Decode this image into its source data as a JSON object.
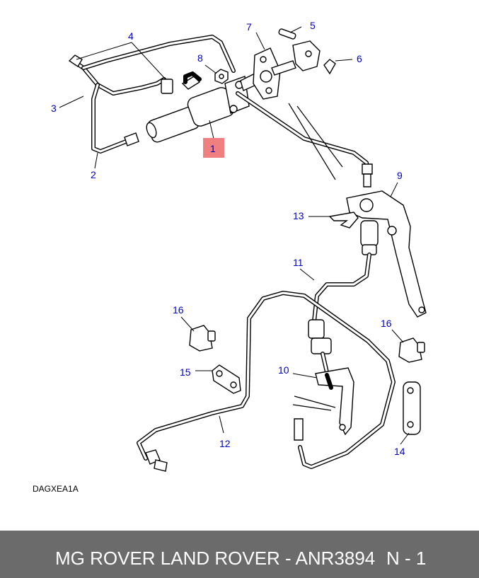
{
  "diagram": {
    "callouts": [
      {
        "id": "1",
        "label": "1",
        "highlighted": true
      },
      {
        "id": "2",
        "label": "2"
      },
      {
        "id": "3",
        "label": "3"
      },
      {
        "id": "4",
        "label": "4"
      },
      {
        "id": "5",
        "label": "5"
      },
      {
        "id": "6",
        "label": "6"
      },
      {
        "id": "7",
        "label": "7"
      },
      {
        "id": "8",
        "label": "8"
      },
      {
        "id": "9",
        "label": "9"
      },
      {
        "id": "10",
        "label": "10"
      },
      {
        "id": "11",
        "label": "11"
      },
      {
        "id": "12",
        "label": "12"
      },
      {
        "id": "13",
        "label": "13"
      },
      {
        "id": "14",
        "label": "14"
      },
      {
        "id": "15",
        "label": "15"
      },
      {
        "id": "16a",
        "label": "16"
      },
      {
        "id": "16b",
        "label": "16"
      }
    ],
    "drawing_code": "DAGXEA1A",
    "colors": {
      "callout_text": "#0000c8",
      "highlight": "#f08080",
      "footer_bg": "#6b6b6b",
      "footer_text": "#ffffff"
    }
  },
  "footer": {
    "title": "MG ROVER LAND ROVER - ANR3894",
    "page": "N - 1"
  }
}
